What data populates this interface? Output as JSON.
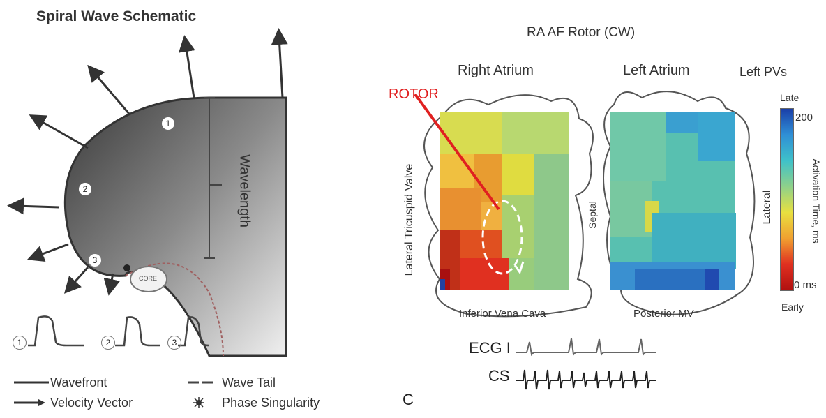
{
  "left_panel": {
    "title": "Spiral Wave Schematic",
    "wavelength_label": "Wavelength",
    "core_label": "CORE",
    "markers": [
      "1",
      "2",
      "3"
    ],
    "trace_markers": [
      "1",
      "2",
      "3"
    ],
    "legend": {
      "wavefront": "Wavefront",
      "wave_tail": "Wave Tail",
      "velocity_vector": "Velocity Vector",
      "phase_singularity": "Phase Singularity"
    }
  },
  "right_panel": {
    "title": "RA AF Rotor (CW)",
    "right_atrium_label": "Right Atrium",
    "left_atrium_label": "Left Atrium",
    "left_pvs_label": "Left PVs",
    "rotor_label": "ROTOR",
    "lateral_tricuspid_label": "Lateral Tricuspid Valve",
    "ivc_label": "Inferior Vena Cava",
    "septal_label": "Septal",
    "lateral_label": "Lateral",
    "posterior_mv_label": "Posterior MV",
    "colorbar": {
      "late_label": "Late",
      "early_label": "Early",
      "max_label": "200",
      "min_label": "0 ms",
      "axis_title": "Activation Time, ms",
      "colors": [
        "#1a3fa8",
        "#2f8fd6",
        "#3fc1c9",
        "#8fd18a",
        "#e8e040",
        "#f0a030",
        "#e03020",
        "#b01010"
      ]
    },
    "ecg_label": "ECG I",
    "cs_label": "CS",
    "panel_letter": "C"
  }
}
